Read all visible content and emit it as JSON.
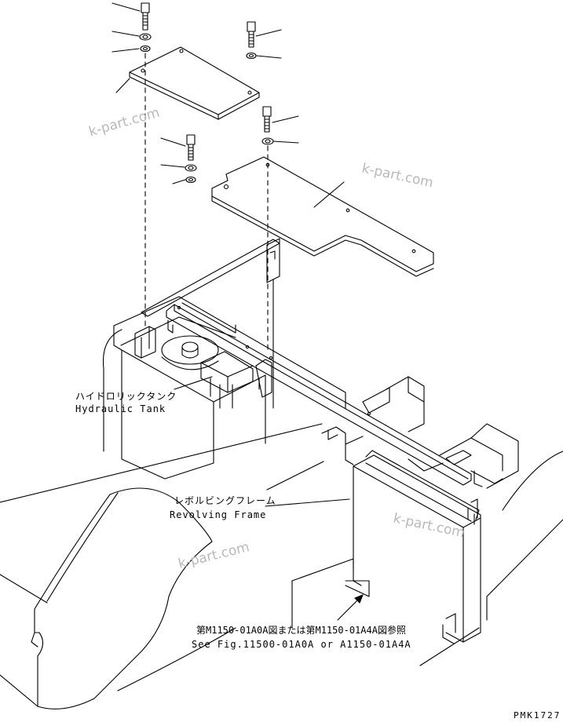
{
  "labels": {
    "hydraulic_tank_jp": "ハイドロリックタンク",
    "hydraulic_tank_en": "Hydraulic Tank",
    "revolving_frame_jp": "レボルビングフレーム",
    "revolving_frame_en": "Revolving Frame",
    "reference_jp": "第M1150-01A0A図または第M1150-01A4A図参照",
    "reference_en": "See Fig.11500-01A0A or A1150-01A4A",
    "drawing_code": "PMK1727"
  },
  "watermarks": [
    "k-part.com",
    "k-part.com",
    "k-part.com",
    "k-part.com"
  ],
  "colors": {
    "line": "#000000",
    "watermark": "#b9b9b9",
    "background": "#ffffff"
  }
}
